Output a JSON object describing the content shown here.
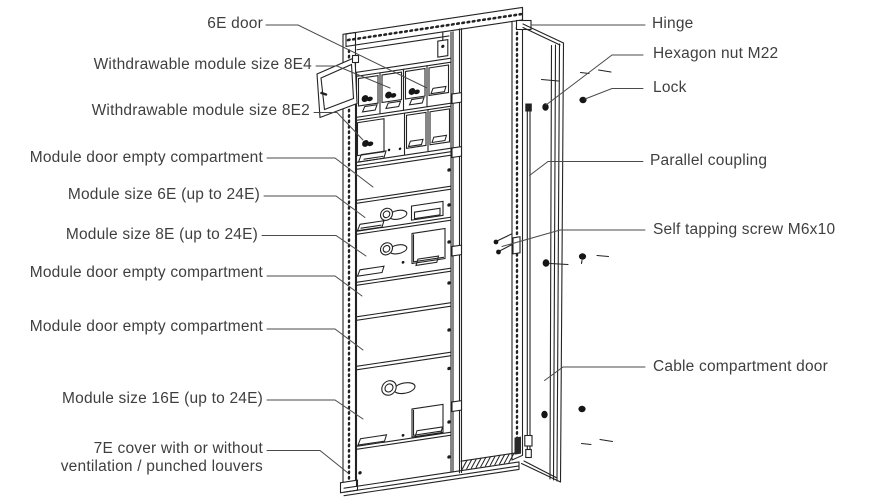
{
  "diagram": {
    "background_color": "#ffffff",
    "line_color": "#232323",
    "label_color": "#3f3f3f",
    "left_labels": [
      {
        "text": "6E door"
      },
      {
        "text": "Withdrawable module size 8E4"
      },
      {
        "text": "Withdrawable module size 8E2"
      },
      {
        "text": "Module door empty compartment"
      },
      {
        "text": "Module size 6E (up to 24E)"
      },
      {
        "text": "Module size 8E (up to 24E)"
      },
      {
        "text": "Module door empty compartment"
      },
      {
        "text": "Module door empty compartment"
      },
      {
        "text": "Module size 16E (up to 24E)"
      },
      {
        "text": "7E cover with or without\nventilation / punched louvers"
      }
    ],
    "right_labels": [
      {
        "text": "Hinge"
      },
      {
        "text": "Hexagon nut M22"
      },
      {
        "text": "Lock"
      },
      {
        "text": "Parallel coupling"
      },
      {
        "text": "Self tapping screw M6x10"
      },
      {
        "text": "Cable compartment door"
      }
    ]
  }
}
